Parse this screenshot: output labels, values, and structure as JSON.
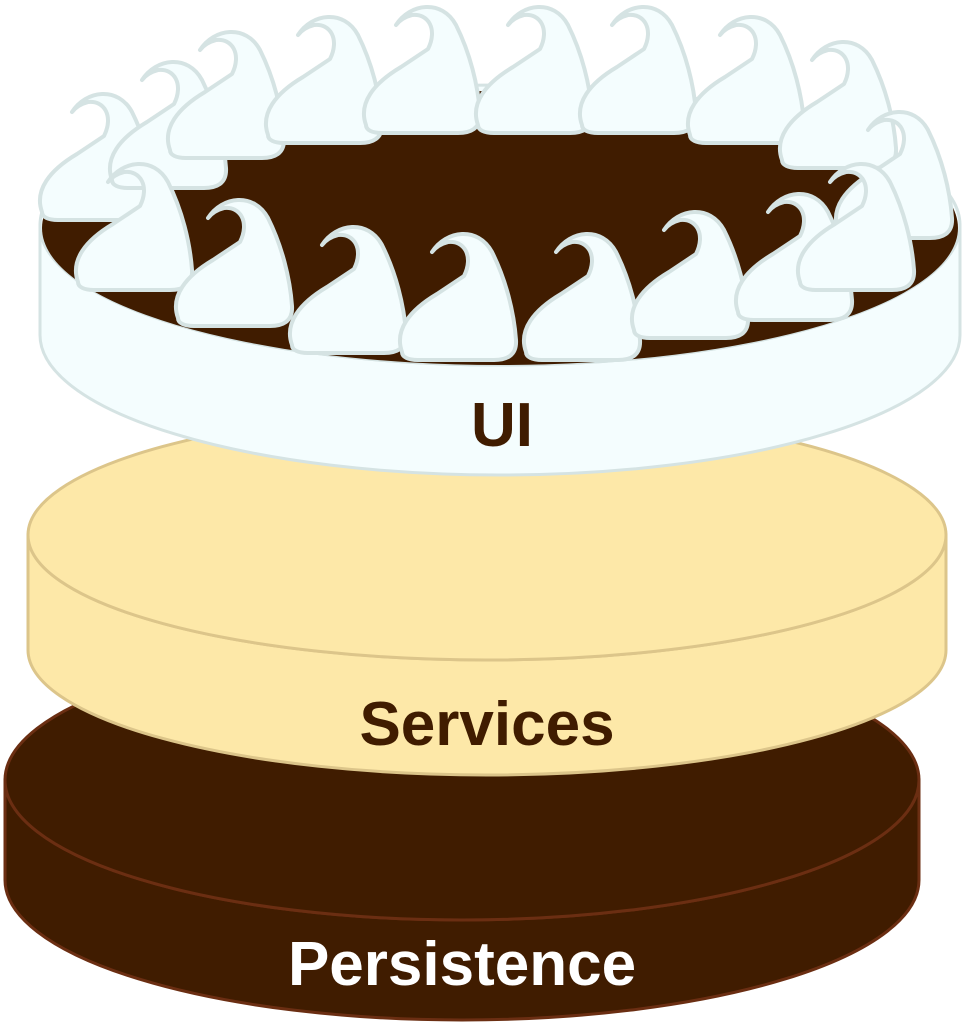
{
  "layers": {
    "ui": {
      "label": "UI"
    },
    "services": {
      "label": "Services"
    },
    "persistence": {
      "label": "Persistence"
    }
  },
  "colors": {
    "chocolate": "#401c00",
    "chocolate_line": "#6b2e12",
    "cream": "#fde8a8",
    "cream_line": "#dcc58a",
    "frosting": "#f4fdfe",
    "frosting_line": "#d5e3e3",
    "label_dark": "#401c00",
    "label_light": "#ffffff"
  }
}
